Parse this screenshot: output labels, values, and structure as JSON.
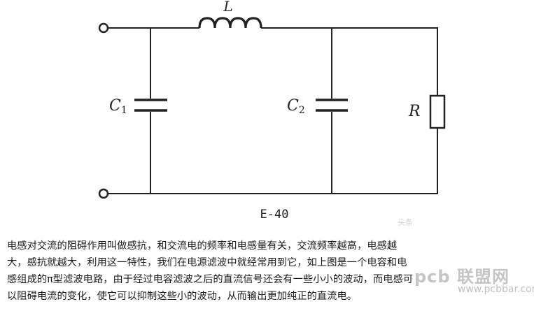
{
  "diagram": {
    "labels": {
      "inductor": "L",
      "capacitor1": "C",
      "capacitor1_sub": "1",
      "capacitor2": "C",
      "capacitor2_sub": "2",
      "resistor": "R",
      "figure_id": "E-40"
    }
  },
  "caption": {
    "lines": [
      "电感对交流的阻碍作用叫做感抗，和交流电的频率和电感量有关，交流频率越高，电感越",
      "大，感抗就越大，利用这一特性，我们在电源滤波中就经常用到它，如上图是一个电容和电",
      "感组成的π型滤波电路，由于经过电容滤波之后的直流信号还会有一些小小的波动，而电感可",
      "以阻碍电流的变化，使它可以抑制这些小的波动，从而输出更加纯正的直流电。"
    ]
  },
  "watermarks": {
    "top": "头条",
    "brand": "pcb 联盟网",
    "url": "www.pcbbar.com"
  }
}
